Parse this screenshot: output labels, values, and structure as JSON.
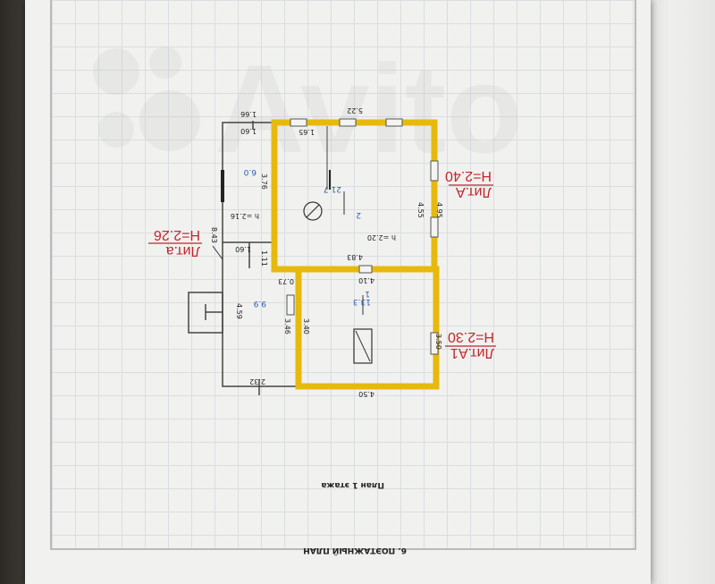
{
  "labels": {
    "section_title": "6. ПОЭТАЖНЫЙ ПЛАН",
    "plan_caption": "План 1 этажа",
    "watermark": "Avito"
  },
  "lit_labels": {
    "lit_A_name": "Лит.А",
    "lit_A_height": "Н=2.40",
    "lit_A1_name": "Лит.А1",
    "lit_A1_height": "Н=2.30",
    "lit_a_name": "Лит.а",
    "lit_a_height": "Н=2.26"
  },
  "rooms": {
    "room2_number": "2",
    "room2_area": "21.7",
    "room2_height": "h =2.20",
    "room1_number": "1",
    "room1_area": "13.3",
    "room_a1_area": "6.0",
    "room_a1_height": "h =2.16",
    "room_a2_area": "9.9"
  },
  "dimensions": {
    "d_1_66": "1.66",
    "d_1_60_top": "1.60",
    "d_1_65": "1.65",
    "d_5_22": "5.22",
    "d_3_76": "3.76",
    "d_4_55": "4.55",
    "d_4_95": "4.95",
    "d_8_43": "8.43",
    "d_1_60_mid": "1.60",
    "d_1_11": "1.11",
    "d_4_83": "4.83",
    "d_0_73": "0.73",
    "d_4_10": "4.10",
    "d_4_59": "4.59",
    "d_3_46": "3.46",
    "d_3_40": "3.40",
    "d_3_50": "3.50",
    "d_2_32": "2.32",
    "d_4_50": "4.50"
  }
}
